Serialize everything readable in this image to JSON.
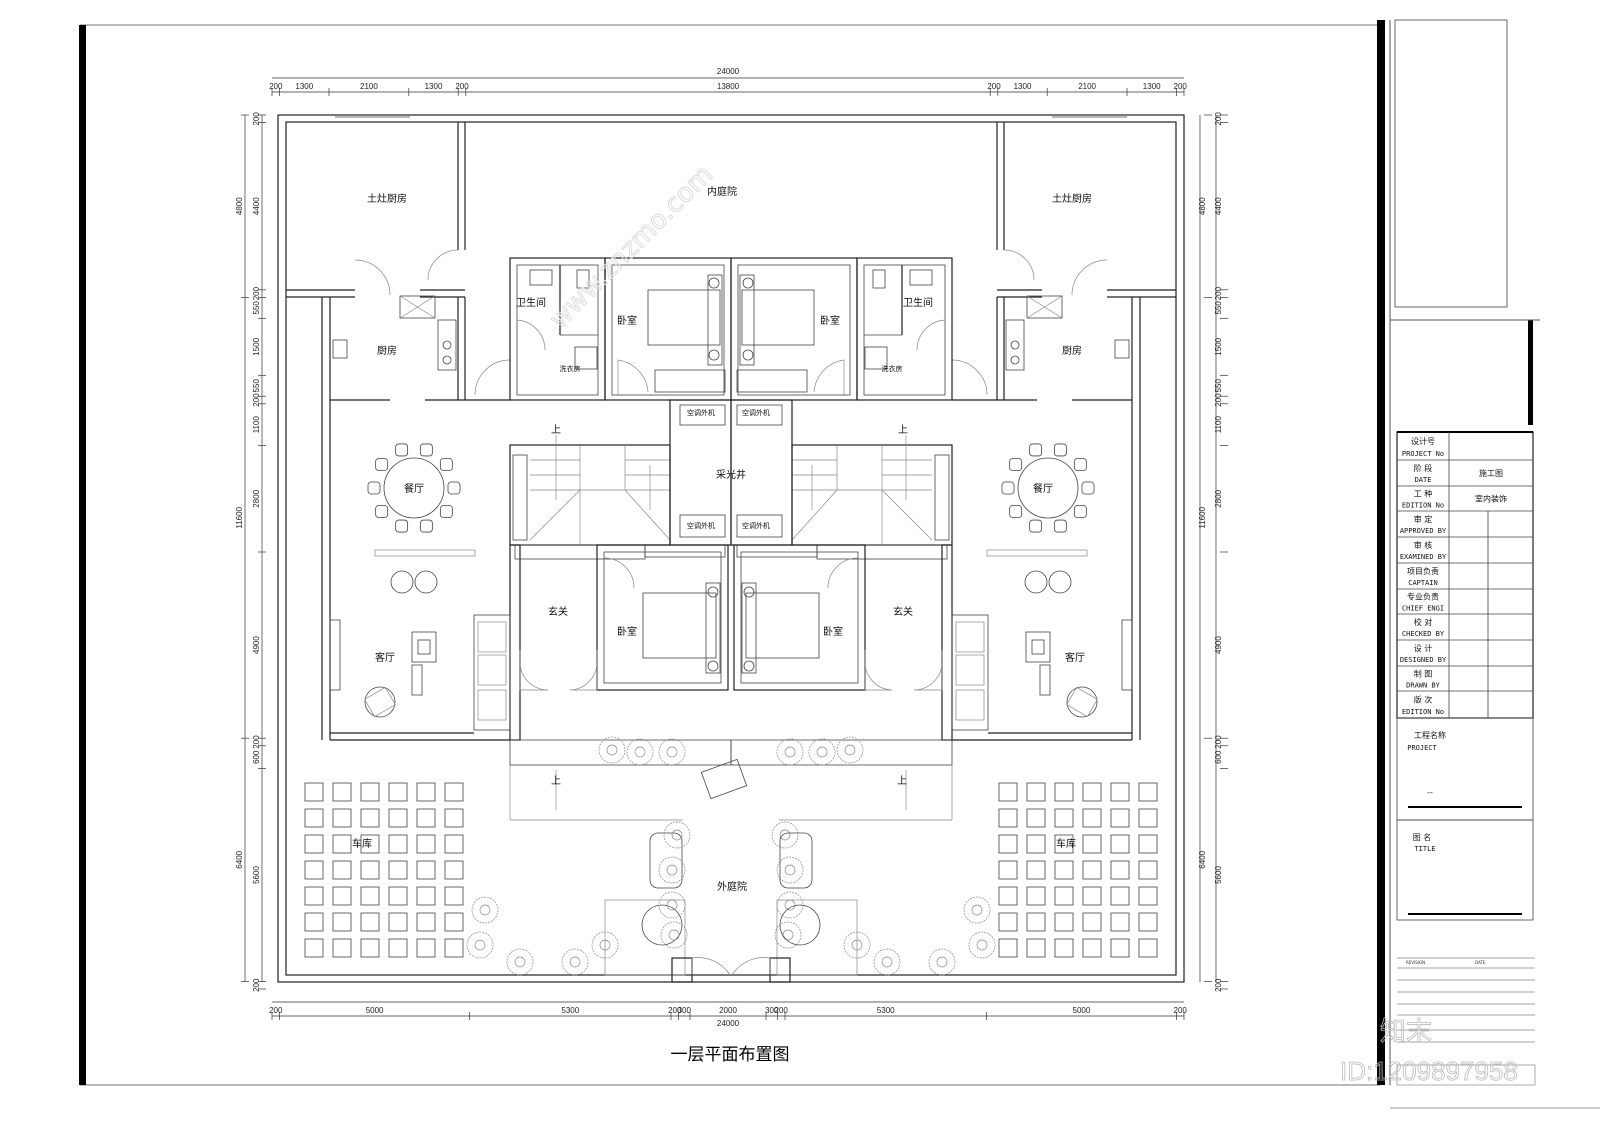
{
  "drawing_title": "一层平面布置图",
  "dimensions": {
    "top_total": "24000",
    "top_segments": [
      "200",
      "1300",
      "2100",
      "1300",
      "200",
      "13800",
      "200",
      "1300",
      "2100",
      "1300",
      "200"
    ],
    "bottom_total": "24000",
    "bottom_segments": [
      "200",
      "5000",
      "5300",
      "200",
      "300",
      "2000",
      "300",
      "200",
      "5300",
      "5000",
      "200"
    ],
    "left_outer": [
      "4800",
      "11600",
      "6400"
    ],
    "left_inner": [
      "200",
      "4400",
      "200",
      "550",
      "1500",
      "550",
      "200",
      "1100",
      "2800",
      "4900",
      "200",
      "600",
      "5600",
      "200"
    ],
    "right_outer": [
      "4800",
      "11600",
      "6400"
    ],
    "right_inner": [
      "200",
      "4400",
      "200",
      "550",
      "1500",
      "550",
      "200",
      "1100",
      "2800",
      "4900",
      "200",
      "600",
      "5600",
      "200"
    ]
  },
  "rooms": {
    "earth_kitchen_left": "土灶厨房",
    "earth_kitchen_right": "土灶厨房",
    "inner_courtyard": "内庭院",
    "bathroom_left": "卫生间",
    "bathroom_right": "卫生间",
    "bedroom_tl": "卧室",
    "bedroom_tr": "卧室",
    "bedroom_bl": "卧室",
    "bedroom_br": "卧室",
    "laundry_left": "洗衣房",
    "laundry_right": "洗衣房",
    "kitchen_left": "厨房",
    "kitchen_right": "厨房",
    "ac_unit_1": "空调外机",
    "ac_unit_2": "空调外机",
    "ac_unit_3": "空调外机",
    "ac_unit_4": "空调外机",
    "lightwell": "采光井",
    "dining_left": "餐厅",
    "dining_right": "餐厅",
    "up_1": "上",
    "up_2": "上",
    "up_3": "上",
    "up_4": "上",
    "foyer_left": "玄关",
    "foyer_right": "玄关",
    "living_left": "客厅",
    "living_right": "客厅",
    "garage_left": "车库",
    "garage_right": "车库",
    "outer_courtyard": "外庭院"
  },
  "title_block": {
    "rows": [
      {
        "cn": "设计号",
        "en": "PROJECT No",
        "value": ""
      },
      {
        "cn": "阶 段",
        "en": "DATE",
        "value": "施工图"
      },
      {
        "cn": "工 种",
        "en": "EDITION No",
        "value": "室内装饰"
      },
      {
        "cn": "审  定",
        "en": "APPROVED BY",
        "value": ""
      },
      {
        "cn": "审  核",
        "en": "EXAMINED BY",
        "value": ""
      },
      {
        "cn": "项目负责",
        "en": "CAPTAIN",
        "value": ""
      },
      {
        "cn": "专业负责",
        "en": "CHIEF  ENGI",
        "value": ""
      },
      {
        "cn": "校  对",
        "en": "CHECKED  BY",
        "value": ""
      },
      {
        "cn": "设  计",
        "en": "DESIGNED  BY",
        "value": ""
      },
      {
        "cn": "制  图",
        "en": "DRAWN  BY",
        "value": ""
      },
      {
        "cn": "版  次",
        "en": "EDITION No",
        "value": ""
      }
    ],
    "project_cn": "工程名称",
    "project_en": "PROJECT",
    "project_value": "--",
    "title_cn": "图  名",
    "title_en": "TITLE",
    "revision": "REVISION",
    "date": "DATE"
  },
  "watermark": {
    "logo": "知末",
    "id": "ID:1209897958",
    "site": "www.znzmo.com"
  }
}
